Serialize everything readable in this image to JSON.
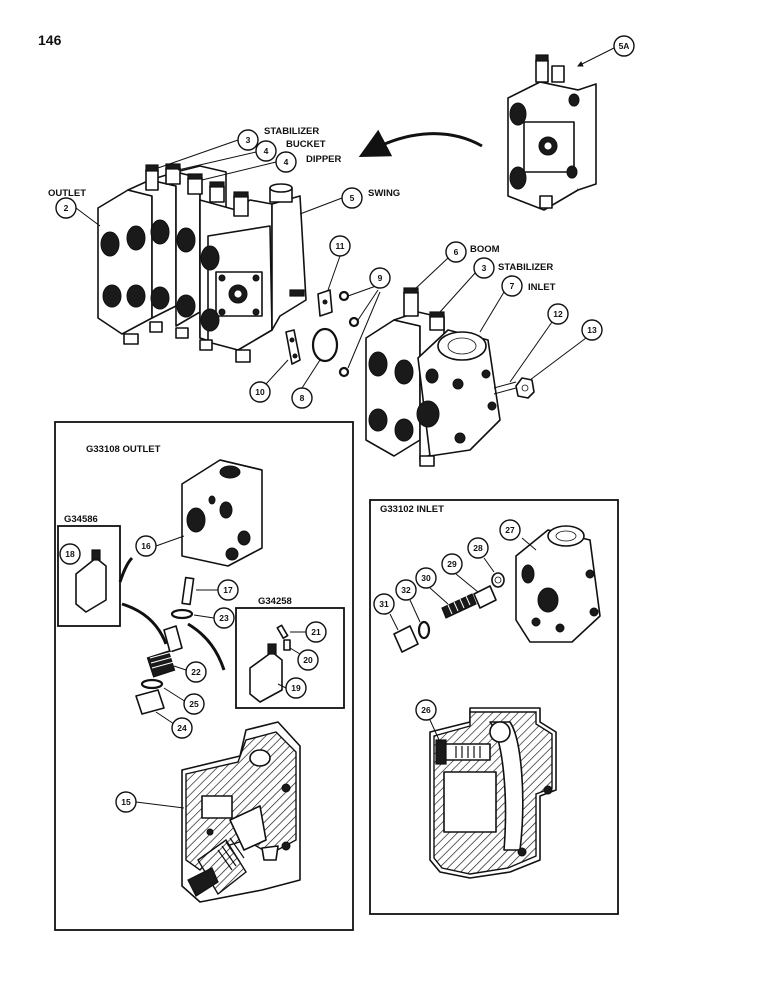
{
  "page_number": "146",
  "labels": {
    "outlet": "OUTLET",
    "stabilizer": "STABILIZER",
    "bucket": "BUCKET",
    "dipper": "DIPPER",
    "swing": "SWING",
    "boom": "BOOM",
    "stabilizer2": "STABILIZER",
    "inlet": "INLET",
    "outlet_kit": "G33108 OUTLET",
    "inlet_kit": "G33102 INLET",
    "kit_g34586": "G34586",
    "kit_g34258": "G34258"
  },
  "callouts": {
    "c2": "2",
    "c3a": "3",
    "c4a": "4",
    "c4b": "4",
    "c5": "5",
    "c5a": "5A",
    "c6": "6",
    "c3b": "3",
    "c7": "7",
    "c8": "8",
    "c9": "9",
    "c10": "10",
    "c11": "11",
    "c12": "12",
    "c13": "13",
    "c15": "15",
    "c16": "16",
    "c17": "17",
    "c18": "18",
    "c19": "19",
    "c20": "20",
    "c21": "21",
    "c22": "22",
    "c23": "23",
    "c24": "24",
    "c25": "25",
    "c26": "26",
    "c27": "27",
    "c28": "28",
    "c29": "29",
    "c30": "30",
    "c31": "31",
    "c32": "32"
  }
}
